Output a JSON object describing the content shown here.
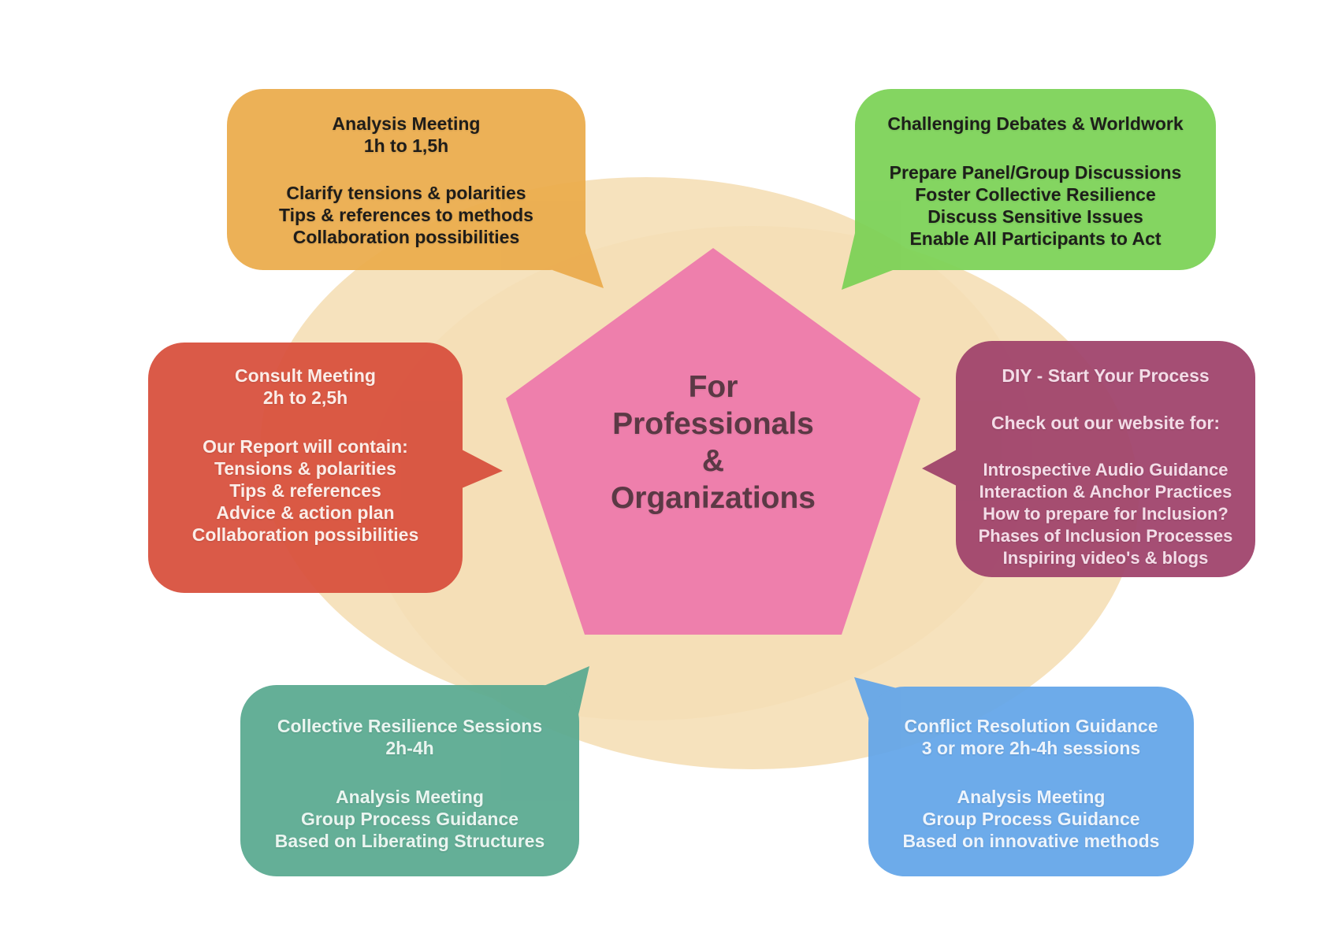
{
  "background": {
    "ellipse_color": "#F5DFB6"
  },
  "center": {
    "color": "#EE7FAC",
    "text_color": "#5B3945",
    "lines": [
      "For",
      "Professionals",
      "&",
      "Organizations"
    ]
  },
  "bubbles": [
    {
      "id": "analysis-meeting",
      "title": "Analysis Meeting",
      "subtitle": "1h to 1,5h",
      "lines": [
        "Clarify tensions & polarities",
        "Tips & references to methods",
        "Collaboration possibilities"
      ],
      "color": "#EBAC4D",
      "text_color": "#1F1D1A"
    },
    {
      "id": "challenging-debates-worldwork",
      "title": "Challenging Debates & Worldwork",
      "lines": [
        "Prepare Panel/Group Discussions",
        "Foster Collective Resilience",
        "Discuss Sensitive Issues",
        "Enable All Participants to Act"
      ],
      "color": "#7CD257",
      "text_color": "#1D1F1A"
    },
    {
      "id": "consult-meeting",
      "title": "Consult Meeting",
      "subtitle": "2h to 2,5h",
      "lines": [
        "Our Report will contain:",
        "Tensions & polarities",
        "Tips & references",
        "Advice & action plan",
        "Collaboration possibilities"
      ],
      "color": "#D8503D",
      "text_color": "#FBEDE8"
    },
    {
      "id": "diy-start-your-process",
      "title": "DIY - Start Your Process",
      "intro": "Check out our website for:",
      "lines": [
        "Introspective Audio Guidance",
        "Interaction & Anchor Practices",
        "How to prepare for Inclusion?",
        "Phases of Inclusion Processes",
        "Inspiring video's & blogs"
      ],
      "color": "#9F436B",
      "text_color": "#F3DCE7"
    },
    {
      "id": "collective-resilience-sessions",
      "title": "Collective Resilience Sessions",
      "subtitle": "2h-4h",
      "lines": [
        "Analysis Meeting",
        "Group Process Guidance",
        "Based on Liberating Structures"
      ],
      "color": "#5AAA91",
      "text_color": "#EAF5F0"
    },
    {
      "id": "conflict-resolution-guidance",
      "title": "Conflict Resolution Guidance",
      "subtitle": "3 or more 2h-4h sessions",
      "lines": [
        "Analysis Meeting",
        "Group Process Guidance",
        "Based on innovative methods"
      ],
      "color": "#64A6E9",
      "text_color": "#EDF4FC"
    }
  ]
}
